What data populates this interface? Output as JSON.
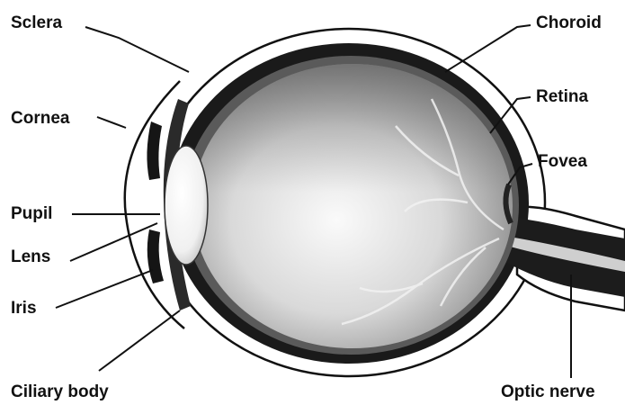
{
  "diagram": {
    "labels": {
      "sclera": "Sclera",
      "choroid": "Choroid",
      "cornea": "Cornea",
      "retina": "Retina",
      "fovea": "Fovea",
      "pupil": "Pupil",
      "lens": "Lens",
      "iris": "Iris",
      "ciliary_body": "Ciliary body",
      "optic_nerve": "Optic nerve"
    }
  }
}
